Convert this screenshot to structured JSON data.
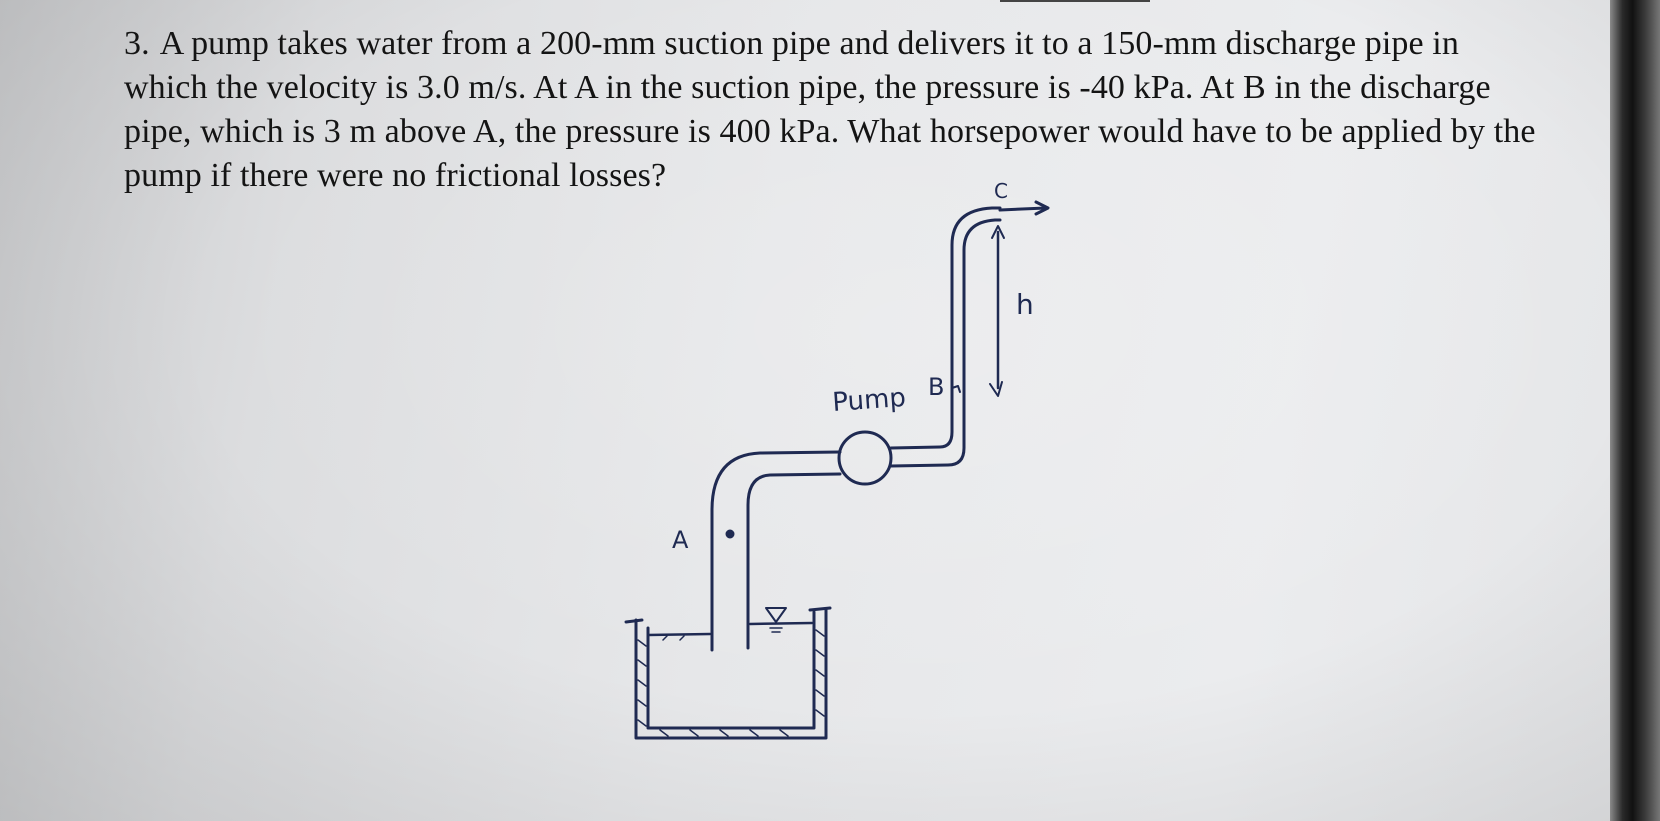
{
  "problem": {
    "number": "3.",
    "text": "A pump takes water from a 200-mm suction pipe and delivers it to a 150-mm discharge pipe in which the velocity is 3.0 m/s. At A in the suction pipe, the pressure is -40 kPa. At B in the discharge pipe, which is 3 m above A, the pressure is 400 kPa. What horsepower would have to be applied by the pump if there were no frictional losses?"
  },
  "diagram": {
    "label_pump": "Pump",
    "label_a": "A",
    "label_b": "B",
    "label_c": "C",
    "label_h": "h",
    "ink_color": "#1f2a52"
  }
}
